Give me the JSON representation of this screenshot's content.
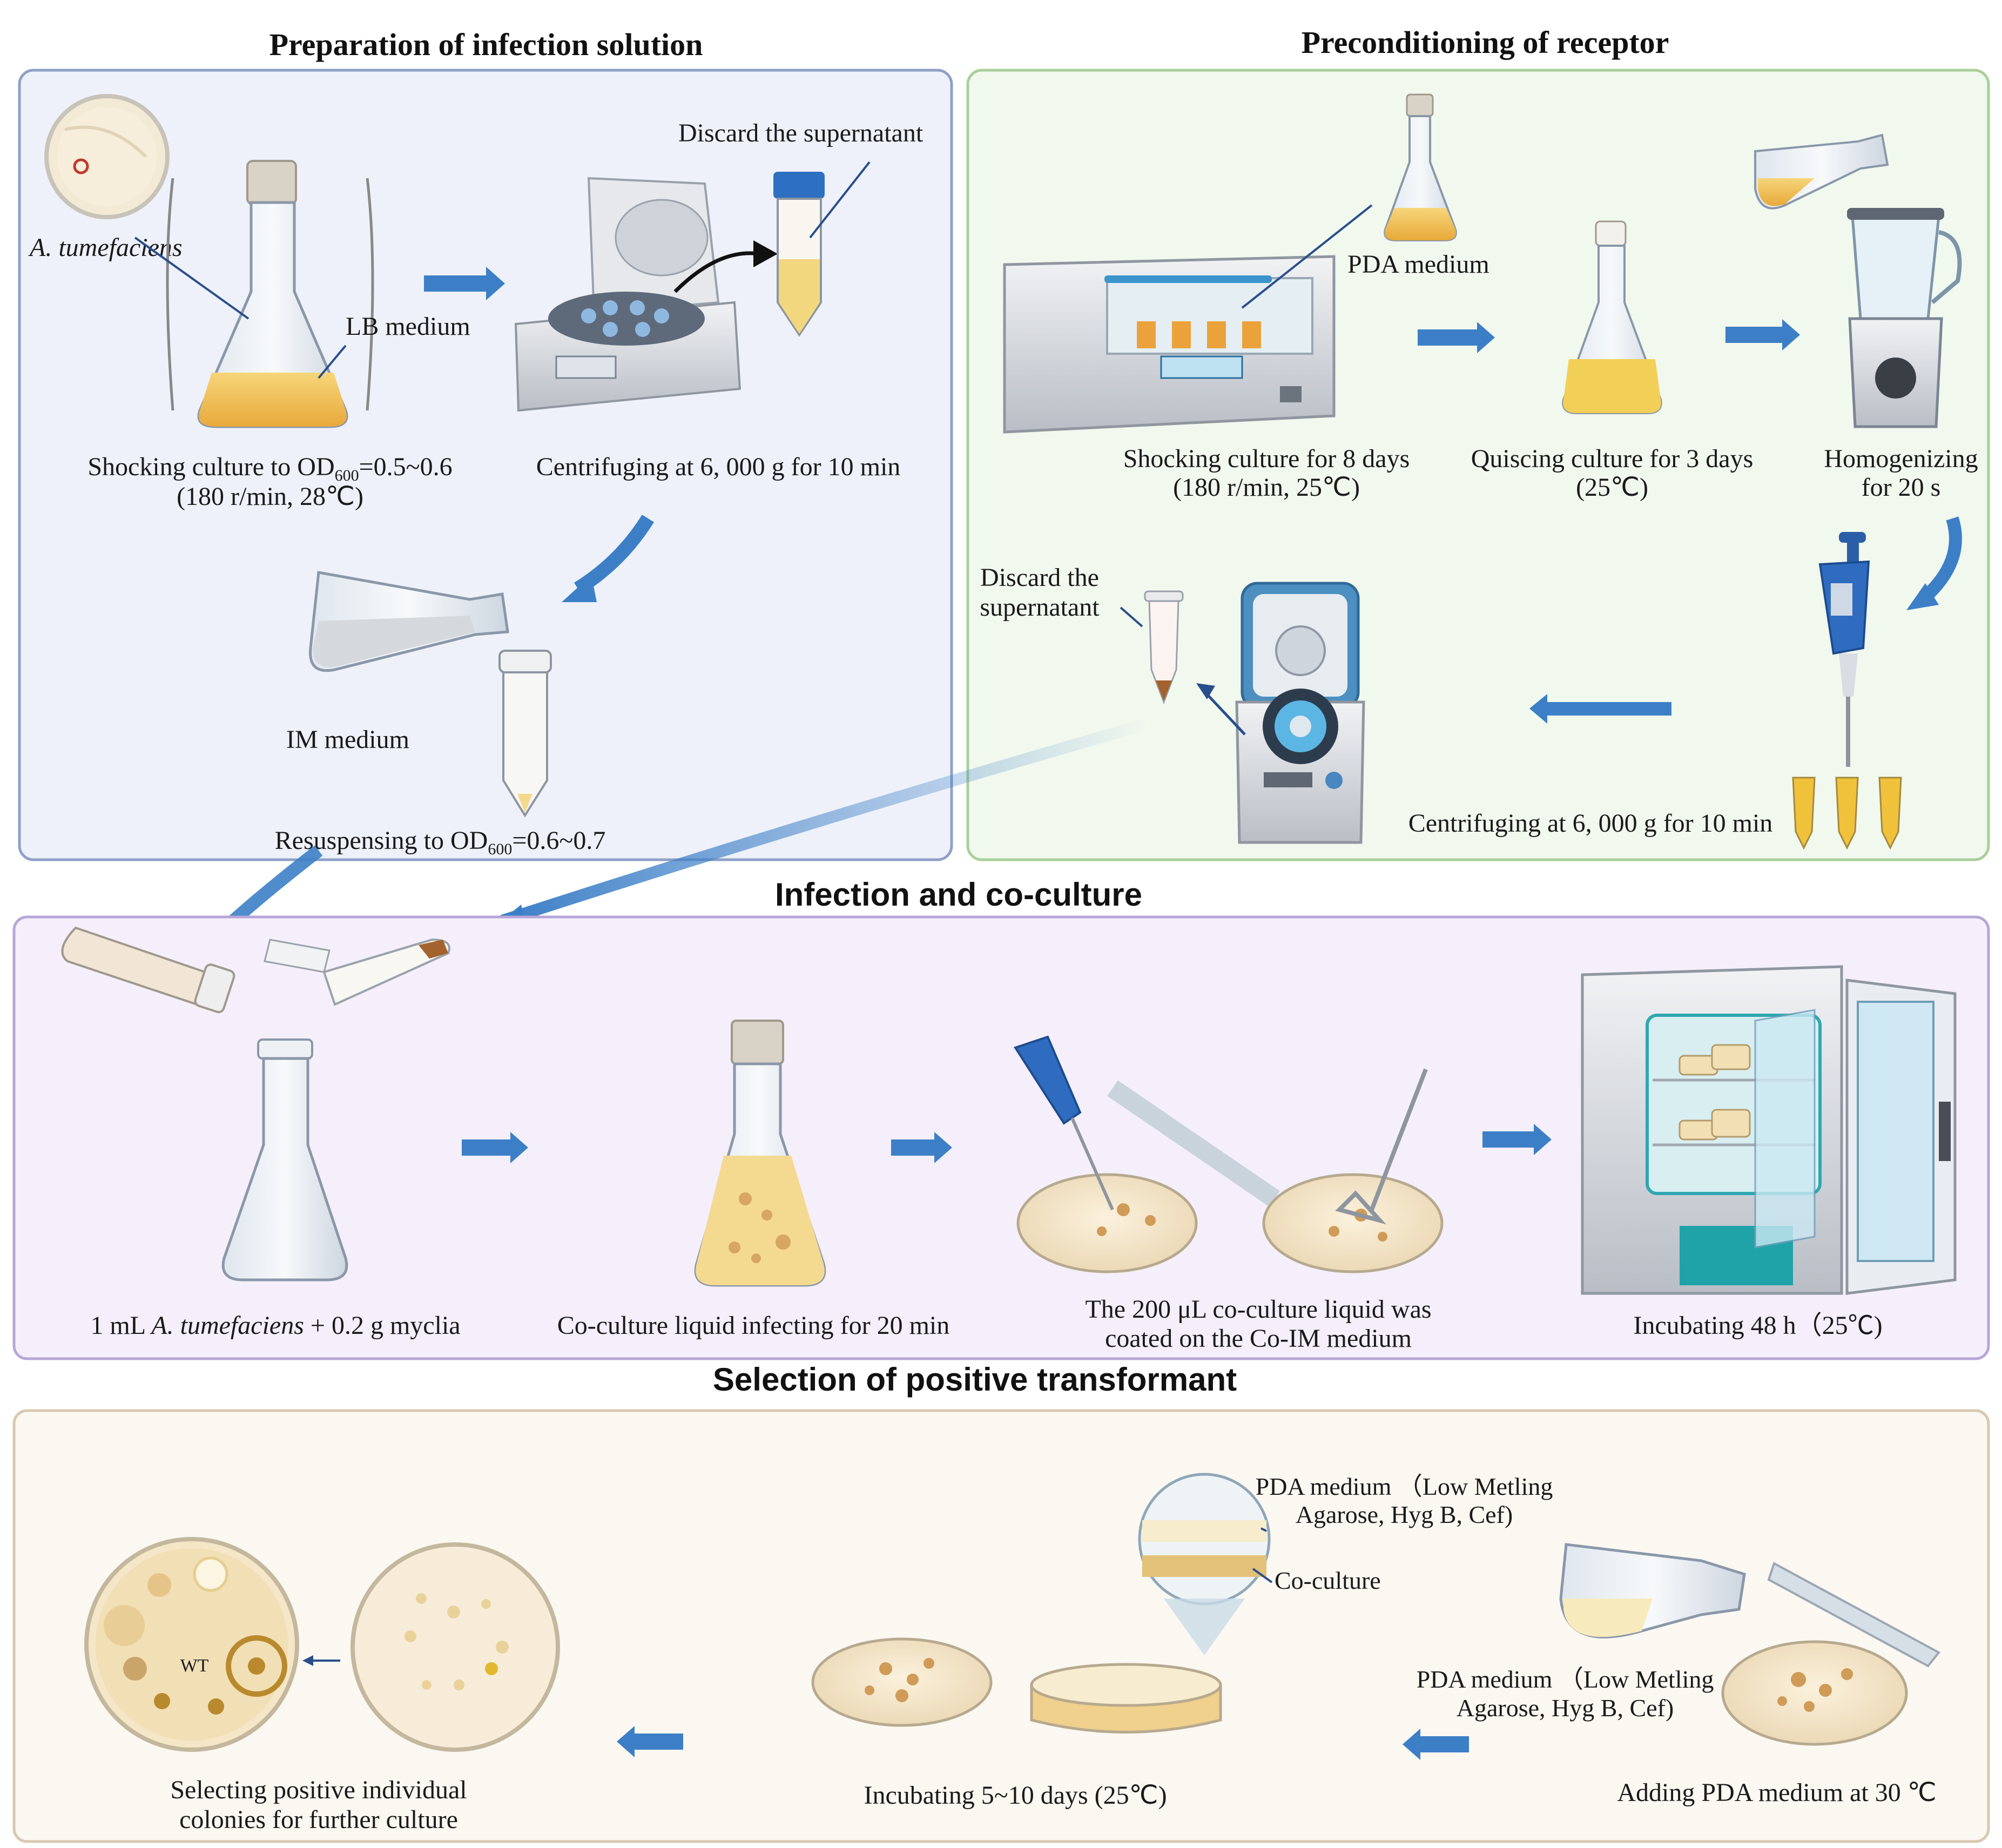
{
  "colors": {
    "panel_infection_bg": "#eef1f9",
    "panel_infection_border": "#8fa0c8",
    "panel_receptor_bg": "#f1f8ee",
    "panel_receptor_border": "#a9cf9a",
    "panel_coculture_bg": "#f4effa",
    "panel_coculture_border": "#b7a6d8",
    "panel_selection_bg": "#fbf7f1",
    "panel_selection_border": "#d8c8b0",
    "arrow_blue": "#3c7fc7",
    "medium_yellow": "#f2c24b"
  },
  "panels": {
    "infection_solution": {
      "title": "Preparation of infection solution",
      "labels": {
        "species_italic": "A. tumefaciens",
        "lb_medium": "LB medium",
        "discard": "Discard the supernatant",
        "shock_prefix": "Shocking culture to OD",
        "shock_sub": "600",
        "shock_suffix": "=0.5~0.6",
        "shock_line2": "(180 r/min, 28℃)",
        "centrifuge": "Centrifuging at 6, 000 g for 10 min",
        "im_medium": "IM medium",
        "resuspend_prefix": "Resuspensing to OD",
        "resuspend_sub": "600",
        "resuspend_suffix": "=0.6~0.7"
      }
    },
    "receptor": {
      "title": "Preconditioning of receptor",
      "labels": {
        "pda_medium": "PDA medium",
        "shock_line1": "Shocking culture for 8 days",
        "shock_line2": "(180 r/min, 25℃)",
        "quiesce_line1": "Quiscing culture for 3 days",
        "quiesce_line2": "(25℃)",
        "homog_line1": "Homogenizing",
        "homog_line2": "for 20 s",
        "discard_line1": "Discard the",
        "discard_line2": "supernatant",
        "centrifuge": "Centrifuging at 6, 000 g for 10 min"
      }
    },
    "coculture": {
      "title": "Infection and co-culture",
      "labels": {
        "mix_prefix": "1 mL ",
        "mix_italic": "A. tumefaciens",
        "mix_suffix": " + 0.2 g myclia",
        "infect": "Co-culture liquid infecting for 20 min",
        "coat_line1": "The 200 μL co-culture liquid was",
        "coat_line2": "coated on the Co-IM medium",
        "incubate": "Incubating 48 h（25℃)"
      }
    },
    "selection": {
      "title": "Selection of positive transformant",
      "labels": {
        "pda_top_line1": "PDA medium （Low Metling",
        "pda_top_line2": "Agarose, Hyg B, Cef)",
        "co_culture": "Co-culture",
        "pda_right_line1": "PDA medium （Low Metling",
        "pda_right_line2": "Agarose, Hyg B, Cef)",
        "adding": "Adding PDA medium at 30 ℃",
        "incubate": "Incubating 5~10 days (25℃)",
        "select_line1": "Selecting positive individual",
        "select_line2": "colonies for further culture",
        "wt": "WT"
      }
    }
  }
}
